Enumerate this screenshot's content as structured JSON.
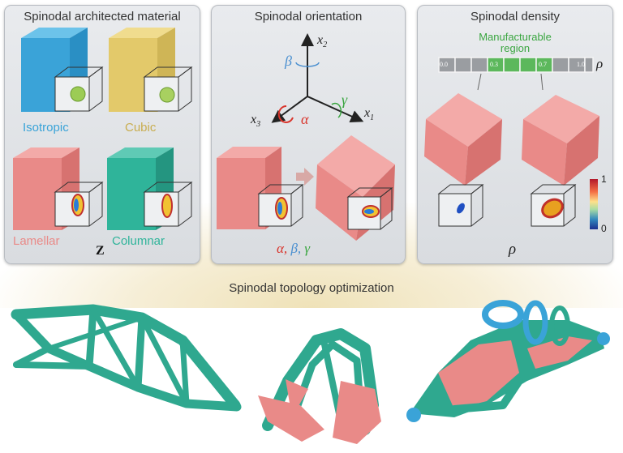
{
  "panels": {
    "material": {
      "title": "Spinodal architected material",
      "labels": {
        "isotropic": "Isotropic",
        "cubic": "Cubic",
        "lamellar": "Lamellar",
        "columnar": "Columnar",
        "z": "Z"
      }
    },
    "orientation": {
      "title": "Spinodal orientation",
      "axes": {
        "x1": "x",
        "x1_sub": "1",
        "x2": "x",
        "x2_sub": "2",
        "x3": "x",
        "x3_sub": "3"
      },
      "angles": {
        "alpha": "α",
        "beta": "β",
        "gamma": "γ"
      },
      "caption": {
        "alpha": "α,",
        "beta": "β,",
        "gamma": "γ"
      }
    },
    "density": {
      "title": "Spinodal density",
      "region_label_line1": "Manufacturable",
      "region_label_line2": "region",
      "rho": "ρ",
      "bar_ticks": [
        "0.0",
        "0.3",
        "0.7",
        "1.0"
      ],
      "colorbar_max": "1",
      "colorbar_min": "0"
    }
  },
  "bottom": {
    "title": "Spinodal topology optimization"
  },
  "colors": {
    "blue": "#3aa3d8",
    "gold": "#e3c96a",
    "salmon": "#e98a88",
    "teal": "#2fb49a",
    "green_text": "#3aa640",
    "orange_text": "#d96a6a"
  }
}
